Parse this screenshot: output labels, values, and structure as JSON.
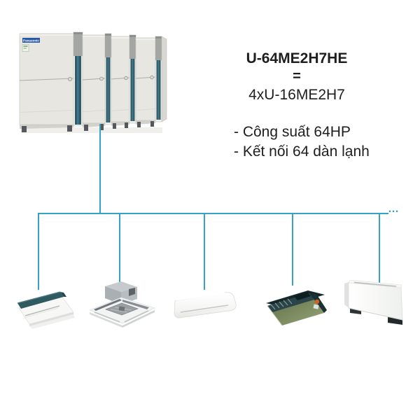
{
  "header": {
    "model": "U-64ME2H7HE",
    "equals_sign": "=",
    "composition": "4xU-16ME2H7",
    "spec_line_1": "- Công suất 64HP",
    "spec_line_2": "- Kết nối 64 dàn lạnh"
  },
  "outdoor_bank": {
    "brand": "Panasonic"
  },
  "connections": {
    "ellipsis": "…",
    "line_color": "#35a3c8"
  },
  "indoor_units": [
    "one-way-cassette",
    "four-way-cassette",
    "wall-mounted",
    "ducted-concealed",
    "floor-standing"
  ]
}
